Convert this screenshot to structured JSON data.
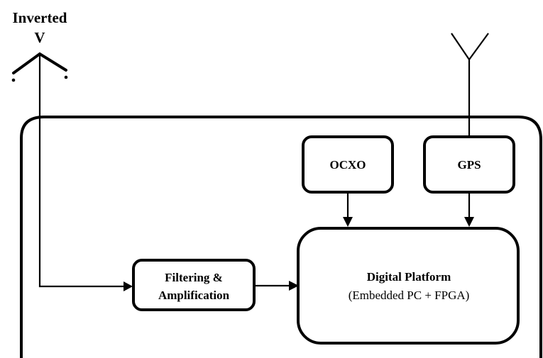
{
  "antenna_inverted_v": {
    "label_line1": "Inverted",
    "label_line2": "V"
  },
  "blocks": {
    "ocxo": {
      "label": "OCXO"
    },
    "gps": {
      "label": "GPS"
    },
    "filtering": {
      "label_line1": "Filtering &",
      "label_line2": "Amplification"
    },
    "digital_platform": {
      "label_line1": "Digital Platform",
      "label_line2": "(Embedded PC + FPGA)"
    }
  },
  "colors": {
    "stroke": "#000000",
    "fill": "#ffffff"
  }
}
